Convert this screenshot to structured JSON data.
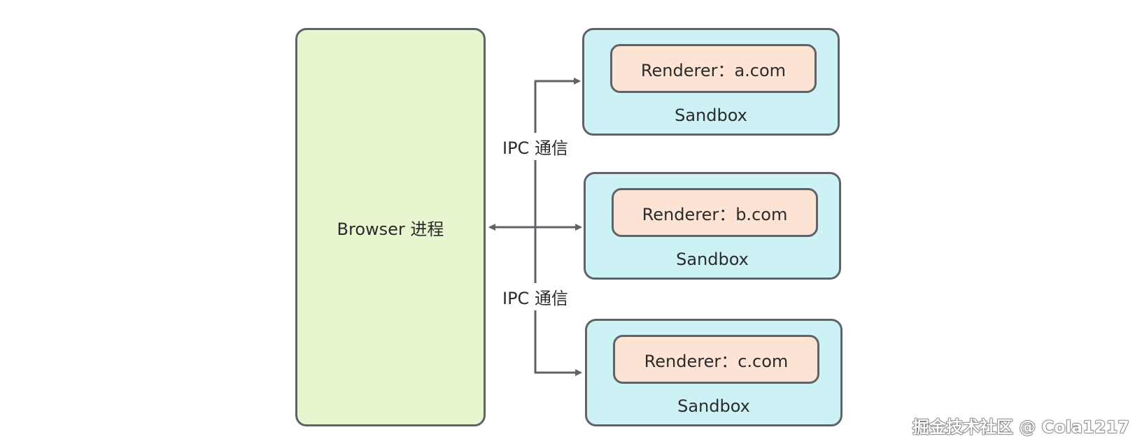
{
  "browser": {
    "label": "Browser 进程"
  },
  "ipc_labels": [
    "IPC 通信",
    "IPC 通信"
  ],
  "sandboxes": [
    {
      "renderer_label": "Renderer：a.com",
      "sandbox_label": "Sandbox"
    },
    {
      "renderer_label": "Renderer：b.com",
      "sandbox_label": "Sandbox"
    },
    {
      "renderer_label": "Renderer：c.com",
      "sandbox_label": "Sandbox"
    }
  ],
  "watermark": "掘金技术社区 @ Cola1217",
  "colors": {
    "browser_fill": "#e8f6cf",
    "sandbox_fill": "#cdf2f5",
    "renderer_fill": "#fde3d3",
    "stroke": "#5f6368"
  }
}
